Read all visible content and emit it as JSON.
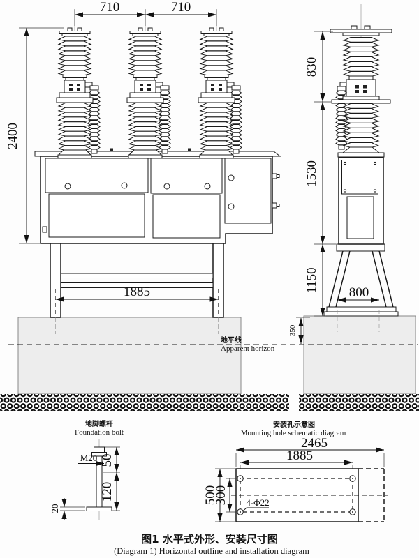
{
  "front_view": {
    "dim_spacing_left": "710",
    "dim_spacing_right": "710",
    "dim_height": "2400",
    "dim_leg_span": "1885"
  },
  "side_view": {
    "dim_bushing_height": "830",
    "dim_body_height": "1530",
    "dim_stand_height": "1150",
    "dim_base_width": "800",
    "dim_foundation_depth": "350"
  },
  "ground": {
    "horizon_cn": "地平线",
    "horizon_en": "Apparent horizon"
  },
  "foundation_bolt": {
    "title_cn": "地脚螺杆",
    "title_en": "Foundation bolt",
    "thread_label": "M20",
    "dim_top": "50",
    "dim_length": "120",
    "dim_plate": "20"
  },
  "mounting_diagram": {
    "title_cn": "安装孔示意图",
    "title_en": "Mounting hole schematic diagram",
    "dim_overall_width": "2465",
    "dim_hole_span_x": "1885",
    "dim_overall_height": "500",
    "dim_hole_span_y": "300",
    "holes_label": "4-Φ22"
  },
  "caption": {
    "line_cn": "图1  水平式外形、安装尺寸图",
    "line_en": "(Diagram 1)  Horizontal outline and installation diagram"
  }
}
